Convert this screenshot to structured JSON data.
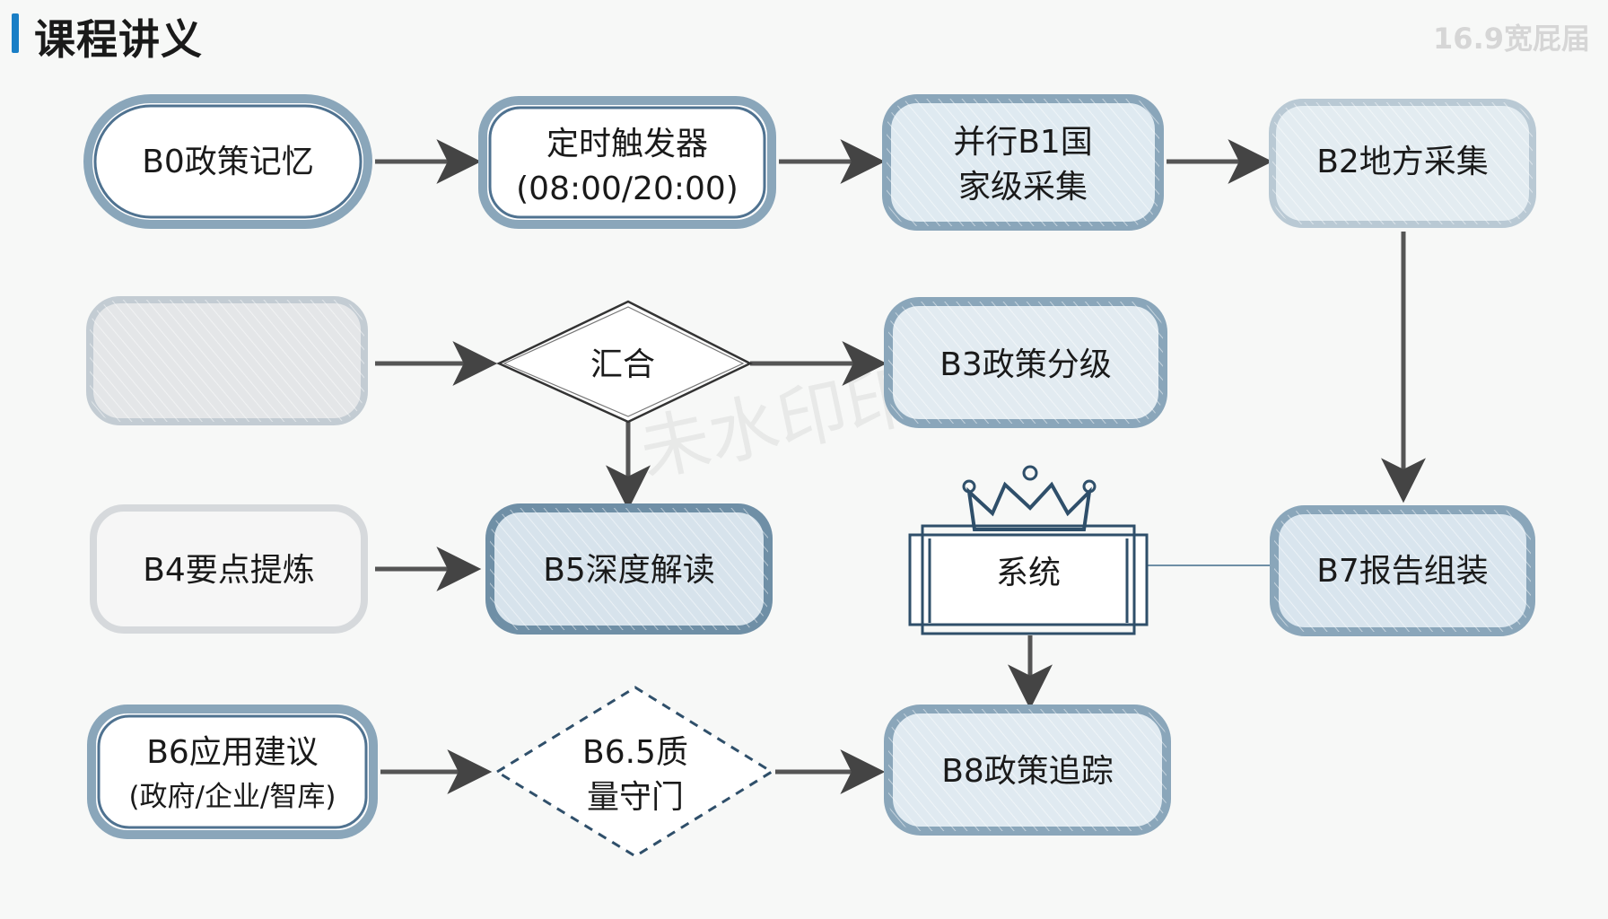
{
  "header": {
    "title": "课程讲义",
    "aspect_label": "16.9宽屁届"
  },
  "watermark": "未水印印",
  "colors": {
    "accent_bar": "#1a7fc6",
    "node_border": "#6f8fa6",
    "node_fill_blue": "#dfeaf1",
    "node_fill_grey": "#e6e8ea",
    "arrow": "#444444",
    "dashed": "#2f4f6a"
  },
  "nodes": {
    "b0": {
      "lines": [
        "B0政策记忆"
      ]
    },
    "timer": {
      "lines": [
        "定时触发器",
        "(08:00/20:00)"
      ]
    },
    "b1": {
      "lines": [
        "并行B1国",
        "家级采集"
      ]
    },
    "b2": {
      "lines": [
        "B2地方采集"
      ]
    },
    "blank": {
      "lines": []
    },
    "merge": {
      "lines": [
        "汇合"
      ]
    },
    "b3": {
      "lines": [
        "B3政策分级"
      ]
    },
    "b4": {
      "lines": [
        "B4要点提炼"
      ]
    },
    "b5": {
      "lines": [
        "B5深度解读"
      ]
    },
    "system": {
      "lines": [
        "系统"
      ]
    },
    "b7": {
      "lines": [
        "B7报告组装"
      ]
    },
    "b6": {
      "lines": [
        "B6应用建议",
        "(政府/企业/智库)"
      ]
    },
    "b65": {
      "lines": [
        "B6.5质",
        "量守门"
      ]
    },
    "b8": {
      "lines": [
        "B8政策追踪"
      ]
    }
  }
}
